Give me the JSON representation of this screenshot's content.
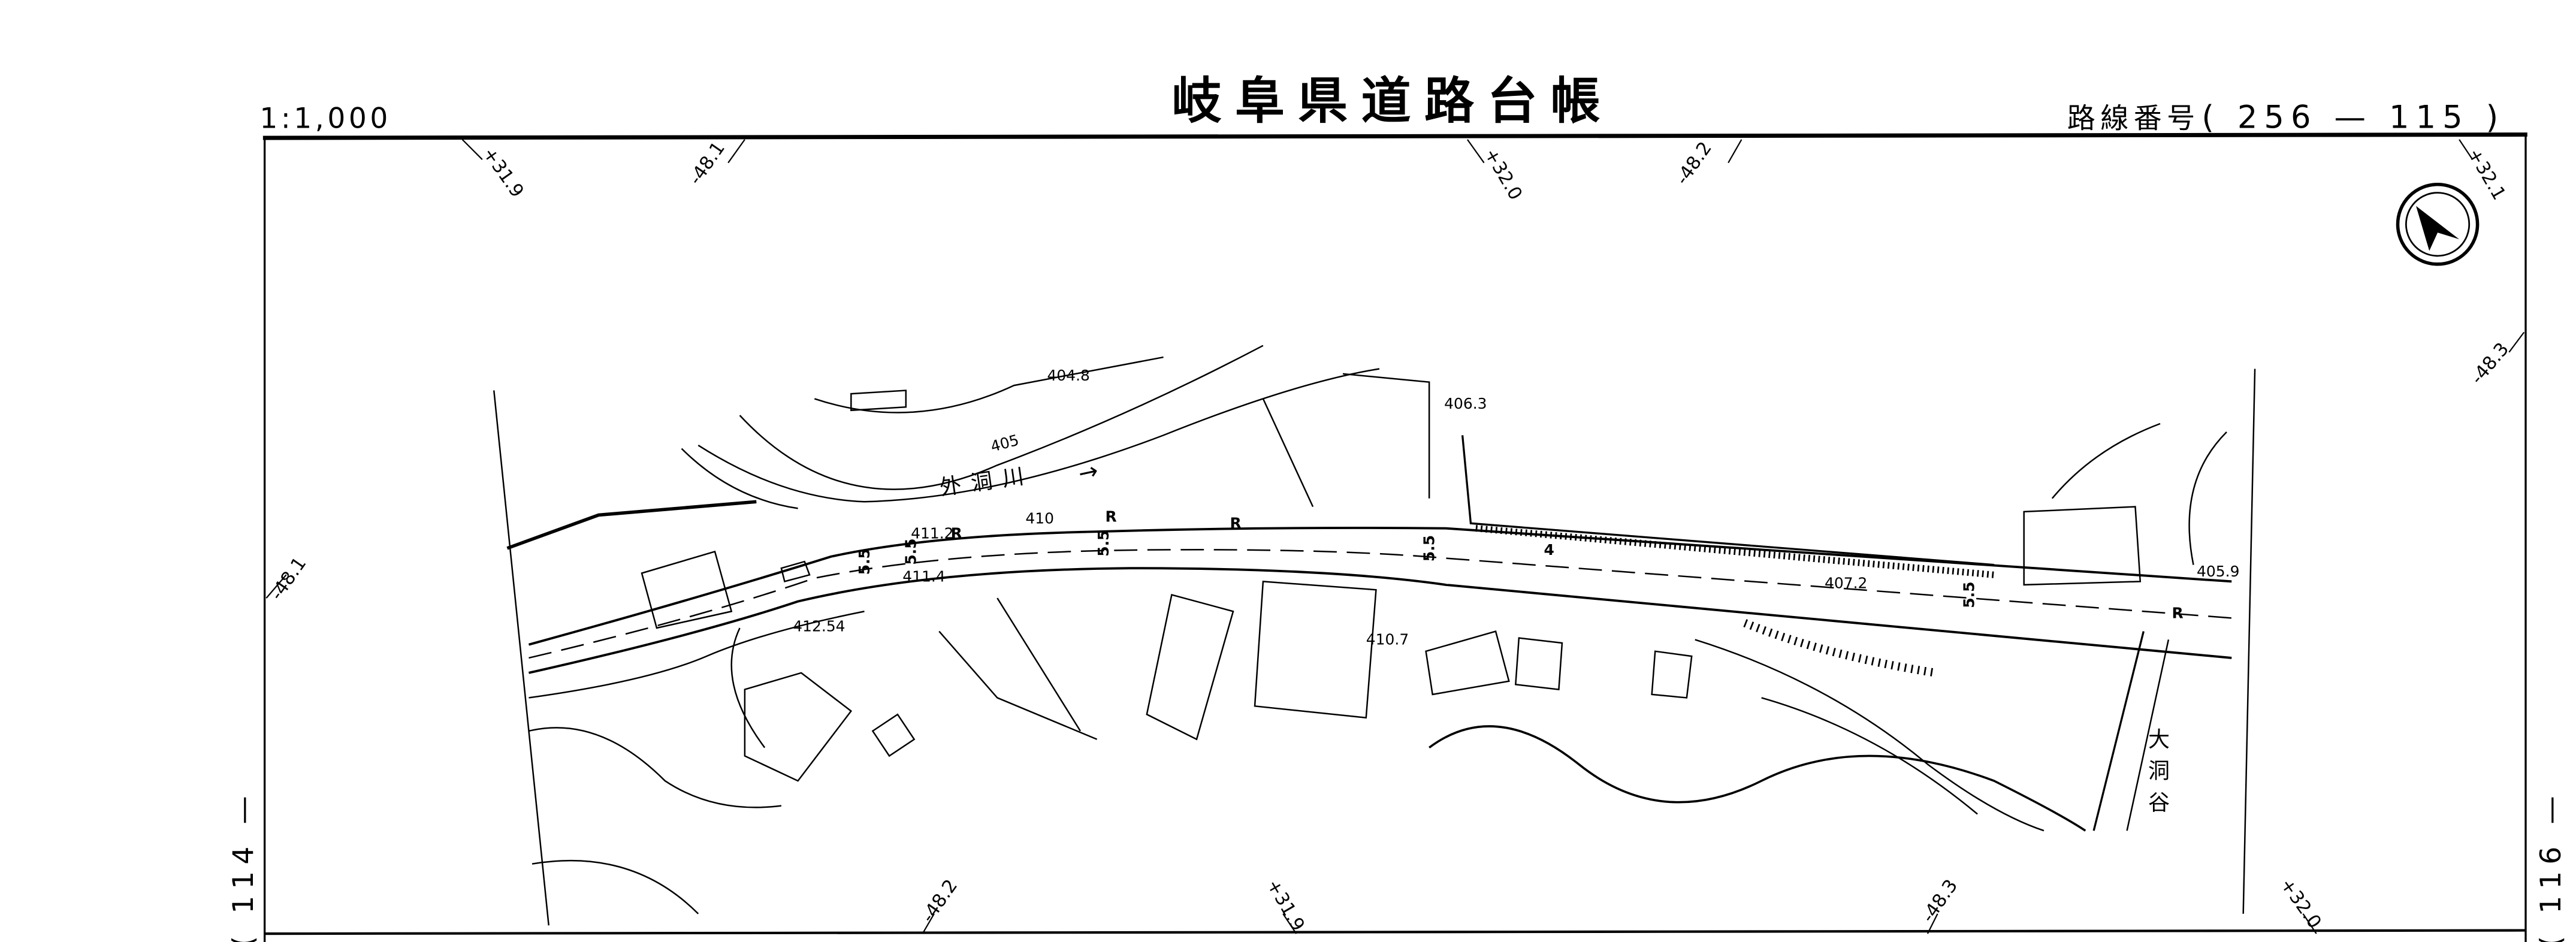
{
  "header": {
    "scale": "1:1,000",
    "title": "岐阜県道路台帳",
    "route_label": "路線番号",
    "route_number": "( 256 — 115 )"
  },
  "sheet_links": {
    "left": "( 114 —",
    "right": "( 116 —"
  },
  "grid_labels": {
    "top": [
      "+31.9",
      "-48.1",
      "+32.0",
      "-48.2",
      "+32.1"
    ],
    "right": "-48.3",
    "left": "-48.1",
    "bottom": [
      "-48.2",
      "+31.9",
      "-48.3",
      "+32.0"
    ]
  },
  "map_labels": {
    "river": "外洞川",
    "river_arrow": "→",
    "valley": "大洞谷",
    "elevations": [
      "404.8",
      "405",
      "406.3",
      "411.2",
      "410",
      "411.4",
      "412.54",
      "410.7",
      "407.2",
      "405.9"
    ],
    "road_widths": [
      "5.5",
      "5.5",
      "5.5",
      "5.5",
      "5.5"
    ],
    "route_marker": "4",
    "r_marks": [
      "R",
      "R",
      "R",
      "R"
    ]
  },
  "icons": {
    "north_arrow": "north-arrow-icon"
  },
  "colors": {
    "ink": "#000000",
    "paper": "#ffffff"
  }
}
